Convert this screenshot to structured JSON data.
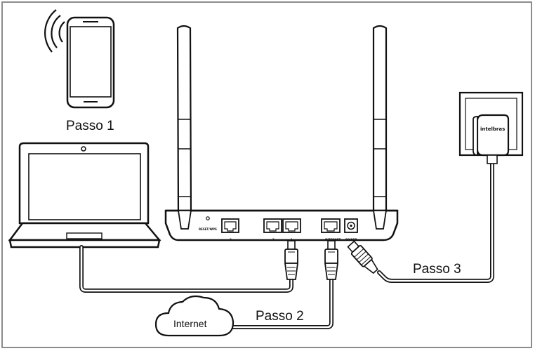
{
  "labels": {
    "step1": "Passo 1",
    "step2": "Passo 2",
    "step3": "Passo 3",
    "internet": "Internet"
  },
  "router": {
    "reset_label": "RESET/WPS",
    "port_lan3": "3",
    "port_lan2": "2",
    "port_lan1": "1",
    "port_wan": "INTERNET",
    "port_power": "POWER"
  },
  "power_adapter": {
    "brand": "intelbras"
  }
}
